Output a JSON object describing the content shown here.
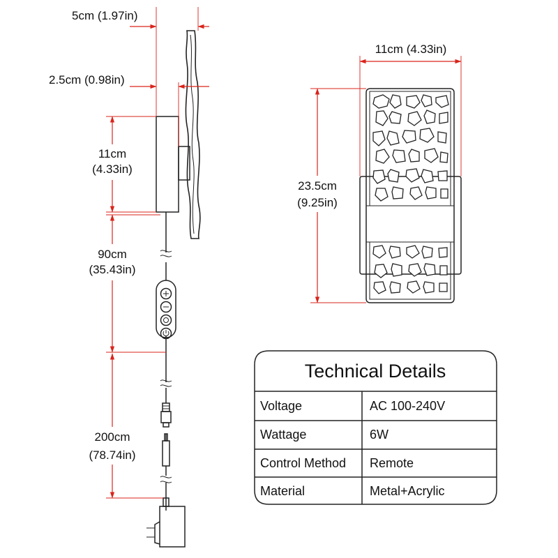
{
  "dimensions": {
    "side_depth": "5cm (1.97in)",
    "panel_thickness": "2.5cm (0.98in)",
    "base_height_cm": "11cm",
    "base_height_in": "(4.33in)",
    "width": "11cm (4.33in)",
    "height_cm": "23.5cm",
    "height_in": "(9.25in)",
    "cable1_cm": "90cm",
    "cable1_in": "(35.43in)",
    "cable2_cm": "200cm",
    "cable2_in": "(78.74in)"
  },
  "dimmer_buttons": [
    "plus-icon",
    "minus-icon",
    "circle-icon",
    "power-icon"
  ],
  "accent_color": "#d9241b",
  "technical": {
    "title": "Technical Details",
    "rows": [
      {
        "label": "Voltage",
        "value": "AC 100-240V"
      },
      {
        "label": "Wattage",
        "value": "6W"
      },
      {
        "label": "Control Method",
        "value": "Remote"
      },
      {
        "label": "Material",
        "value": "Metal+Acrylic"
      }
    ]
  }
}
